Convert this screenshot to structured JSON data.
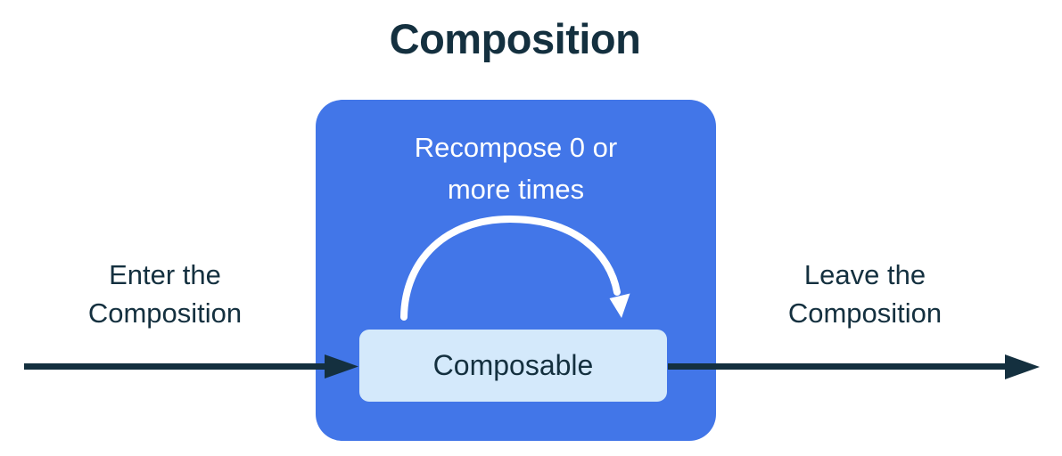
{
  "diagram": {
    "title": "Composition",
    "composition_box": {
      "recompose_label": "Recompose 0 or\nmore times",
      "composable_label": "Composable"
    },
    "enter_label": "Enter the\nComposition",
    "leave_label": "Leave the\nComposition"
  },
  "colors": {
    "background": "#ffffff",
    "composition_box_fill": "#4276e8",
    "composable_box_fill": "#d4e9fb",
    "arrow_dark": "#14303f",
    "text_dark": "#14303f",
    "arrow_light": "#ffffff",
    "text_light": "#ffffff"
  }
}
